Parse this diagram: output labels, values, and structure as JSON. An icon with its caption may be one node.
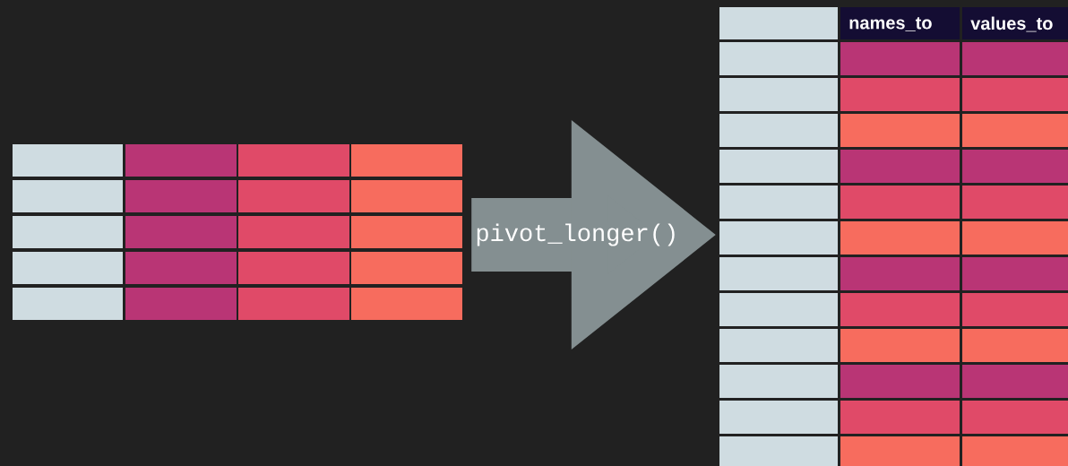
{
  "diagram": {
    "nodes": [
      {
        "text": [],
        "shape": "box"
      },
      {
        "text": [
          "names_to",
          "values_to"
        ]
      }
    ],
    "edges": [
      {
        "from": 0,
        "to": 1,
        "arrow": "to",
        "label": "pivot_longer()"
      }
    ]
  }
}
